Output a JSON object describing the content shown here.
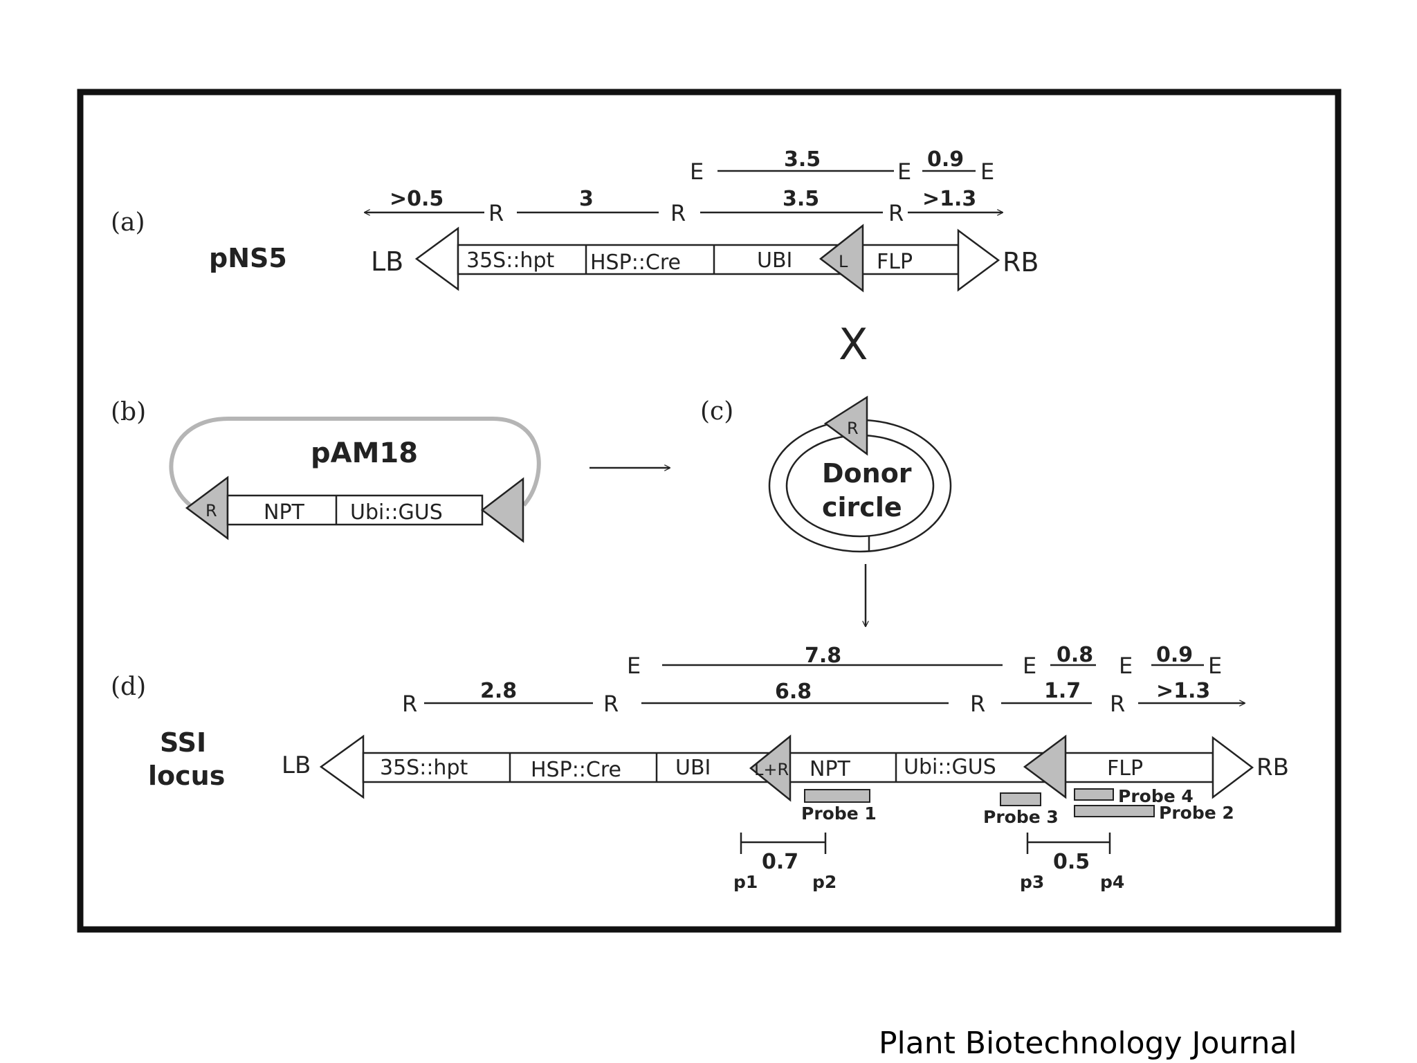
{
  "panels": {
    "a": {
      "letter": "(a)",
      "name": "pNS5",
      "ends": {
        "left": "LB",
        "right": "RB"
      },
      "segments": [
        "35S::hpt",
        "HSP::Cre",
        "UBI",
        "FLP"
      ],
      "site_label": "L",
      "map_e": {
        "sites": [
          "E",
          "E",
          "E"
        ],
        "sizes": [
          "3.5",
          "0.9"
        ]
      },
      "map_r": {
        "sites": [
          "R",
          "R",
          "R"
        ],
        "sizes": [
          ">0.5",
          "3",
          "3.5",
          ">1.3"
        ]
      }
    },
    "b": {
      "letter": "(b)",
      "name": "pAM18",
      "site_label": "R",
      "segments": [
        "NPT",
        "Ubi::GUS"
      ]
    },
    "c": {
      "letter": "(c)",
      "site_label": "R",
      "circle_line1": "Donor",
      "circle_line2": "circle"
    },
    "cross_symbol": "X",
    "d": {
      "letter": "(d)",
      "name_line1": "SSI",
      "name_line2": "locus",
      "ends": {
        "left": "LB",
        "right": "RB"
      },
      "segments": [
        "35S::hpt",
        "HSP::Cre",
        "UBI",
        "NPT",
        "Ubi::GUS",
        "FLP"
      ],
      "site_label": "L+R",
      "map_e": {
        "sites": [
          "E",
          "E",
          "E",
          "E"
        ],
        "sizes": [
          "7.8",
          "0.8",
          "0.9"
        ]
      },
      "map_r": {
        "sites": [
          "R",
          "R",
          "R",
          "R"
        ],
        "sizes": [
          "2.8",
          "6.8",
          "1.7",
          ">1.3"
        ]
      },
      "probes": [
        "Probe 1",
        "Probe 3",
        "Probe 4",
        "Probe 2"
      ],
      "pcr": [
        {
          "left": "p1",
          "right": "p2",
          "size": "0.7"
        },
        {
          "left": "p3",
          "right": "p4",
          "size": "0.5"
        }
      ]
    }
  },
  "footer": "Plant Biotechnology Journal",
  "colors": {
    "frame": "#111111",
    "line": "#222222",
    "site_fill": "#bdbdbd",
    "probe_fill": "#bdbdbd",
    "loop": "#b5b5b5"
  }
}
